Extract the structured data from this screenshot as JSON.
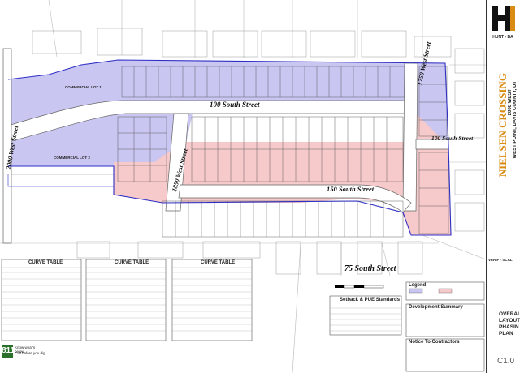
{
  "project": {
    "name": "NIELSEN CROSSING",
    "sub1": "2000 WEST",
    "sub2": "WEST POINT, DAVIS COUNTY, UT",
    "firm": "HUNT - BA",
    "verify": "VERIFY SCAL",
    "sheet_title": [
      "OVERAL",
      "LAYOUT",
      "PHASIN",
      "PLAN"
    ],
    "sheet_no": "C1.0"
  },
  "streets": {
    "s100": "100 South Street",
    "w1750": "1750 West Street",
    "s100b": "100 South Street",
    "w2000": "2000 West Street",
    "w1850": "1850 West Street",
    "s150": "150 South Street",
    "s75": "75 South Street"
  },
  "parcels": {
    "commercial1": "COMMERCIAL LOT 1",
    "commercial2": "COMMERCIAL LOT 2"
  },
  "tables": {
    "curve_title": "CURVE TABLE",
    "setback_title": "Setback & PUE Standards",
    "legend_title": "Legend",
    "dev_title": "Development Summary",
    "notice_title": "Notice To Contractors"
  },
  "call811": {
    "number": "811",
    "line1": "Know what's below.",
    "line2": "Call before you dig."
  },
  "colors": {
    "phase1": "#c9c6f2",
    "phase2": "#f6c9cb",
    "boundary": "#2f2fc4",
    "accent": "#d98b14",
    "street_text": "#111111"
  }
}
